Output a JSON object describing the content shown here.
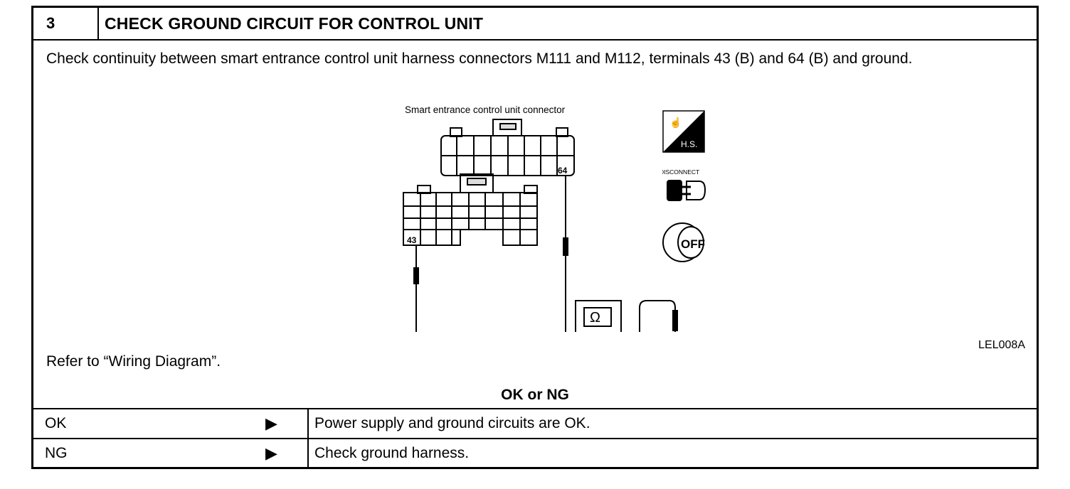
{
  "step": {
    "number": "3",
    "title": "CHECK GROUND CIRCUIT FOR CONTROL UNIT"
  },
  "instruction": "Check continuity between smart entrance control unit harness connectors M111 and M112, terminals 43 (B) and 64 (B) and ground.",
  "diagram": {
    "connector_label": "Smart entrance control unit connector",
    "terminal_top": "64",
    "terminal_bottom": "43",
    "meter_symbol": "Ω",
    "icons": {
      "harness_side": {
        "icon": "harness-side-icon",
        "text": "H.S."
      },
      "disconnect": {
        "icon": "disconnect-icon",
        "text": "DISCONNECT"
      },
      "ignition_off": {
        "icon": "ignition-off-icon",
        "text": "OFF"
      }
    },
    "figure_code": "LEL008A"
  },
  "refer": "Refer to “Wiring Diagram”.",
  "ok_or_ng": "OK or NG",
  "results": [
    {
      "label": "OK",
      "arrow": "▶",
      "action": "Power supply and ground circuits are OK."
    },
    {
      "label": "NG",
      "arrow": "▶",
      "action": "Check ground harness."
    }
  ]
}
